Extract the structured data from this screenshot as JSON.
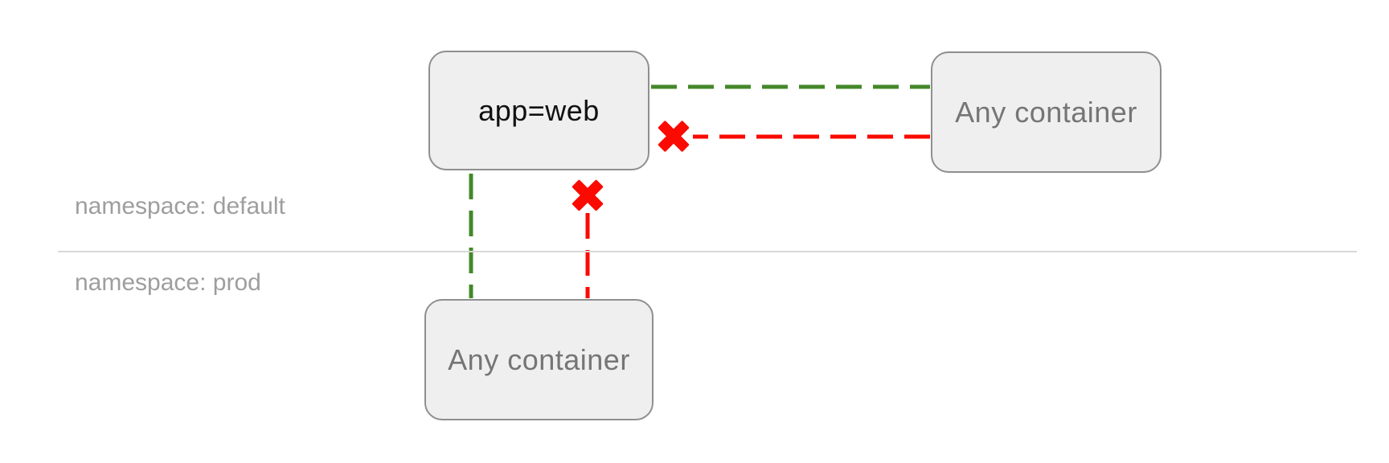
{
  "diagram": {
    "nodes": {
      "app_web": {
        "label": "app=web"
      },
      "any_container_right": {
        "label": "Any container"
      },
      "any_container_bottom": {
        "label": "Any container"
      }
    },
    "namespaces": [
      {
        "label": "namespace: default"
      },
      {
        "label": "namespace: prod"
      }
    ],
    "edges": [
      {
        "name": "app-web-to-any-container-same-namespace",
        "style": "dashed",
        "status": "allowed"
      },
      {
        "name": "any-container-same-namespace-to-app-web",
        "style": "dashed",
        "status": "blocked"
      },
      {
        "name": "app-web-to-any-container-prod",
        "style": "dashed",
        "status": "allowed"
      },
      {
        "name": "any-container-prod-to-app-web",
        "style": "dashed",
        "status": "blocked"
      }
    ]
  },
  "colors": {
    "edge_allowed": "#44882a",
    "edge_blocked": "#fa0a00",
    "node_fill": "#efefef",
    "node_border": "#8f8f8f",
    "node_label_dark": "#111111",
    "node_label_gray": "#757575",
    "namespace_label": "#9e9e9e",
    "divider": "#d9d9d9"
  }
}
